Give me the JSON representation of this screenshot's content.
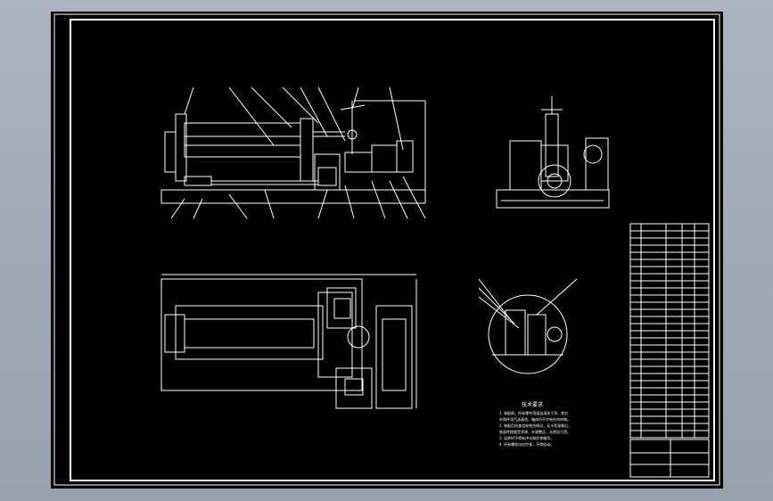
{
  "colors": {
    "background": "#a3acb8",
    "viewport": "#000000",
    "line": "#ffffff"
  },
  "notes": {
    "title": "技术要求",
    "items": [
      "1. 装配前，所有零件用煤油清洗干净，其它",
      "   外购件用汽油清洗，箱体内不许有任何杂物。",
      "2. 装配后检查齿轮啮合情况，无卡死现象后，",
      "   各部件按规定涂漆，外观整洁，无明显污渍。",
      "3. 运转时不得有冲击和异常噪声。",
      "4. 所有螺栓均应拧紧，不得松动。"
    ]
  },
  "bom": {
    "row_count": 30
  }
}
